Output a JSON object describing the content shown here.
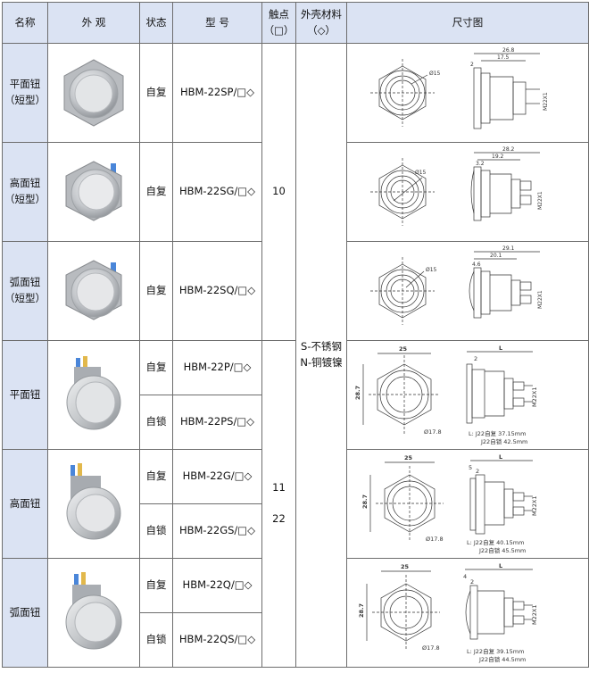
{
  "headers": {
    "name": "名称",
    "appearance": "外 观",
    "state": "状态",
    "model": "型 号",
    "contact_line1": "触点",
    "contact_line2": "（□）",
    "material_line1": "外壳材料",
    "material_line2": "（◇）",
    "dimension": "尺寸图"
  },
  "rows": [
    {
      "name_line1": "平面钮",
      "name_line2": "（短型）",
      "state": "自复",
      "model": "HBM-22SP/□◇"
    },
    {
      "name_line1": "高面钮",
      "name_line2": "（短型）",
      "state": "自复",
      "model": "HBM-22SG/□◇"
    },
    {
      "name_line1": "弧面钮",
      "name_line2": "（短型）",
      "state": "自复",
      "model": "HBM-22SQ/□◇"
    },
    {
      "name_line1": "平面钮",
      "name_line2": "",
      "state": "自复",
      "model": "HBM-22P/□◇"
    },
    {
      "state": "自锁",
      "model": "HBM-22PS/□◇"
    },
    {
      "name_line1": "高面钮",
      "name_line2": "",
      "state": "自复",
      "model": "HBM-22G/□◇"
    },
    {
      "state": "自锁",
      "model": "HBM-22GS/□◇"
    },
    {
      "name_line1": "弧面钮",
      "name_line2": "",
      "state": "自复",
      "model": "HBM-22Q/□◇"
    },
    {
      "state": "自锁",
      "model": "HBM-22QS/□◇"
    }
  ],
  "contacts": {
    "group1": "10",
    "group2_line1": "11",
    "group2_line2": "22"
  },
  "material": {
    "line1": "S-不锈钢",
    "line2": "N-铜镀镍"
  },
  "diagrams": [
    {
      "dia": "Ø15",
      "dim_total": "26.8",
      "dim_mid": "17.5",
      "dim_small": "2",
      "thread": "M22X1"
    },
    {
      "dia": "Ø15",
      "dim_total": "28.2",
      "dim_mid": "19.2",
      "dim_small": "3.2",
      "thread": "M22X1"
    },
    {
      "dia": "Ø15",
      "dim_total": "29.1",
      "dim_mid": "20.1",
      "dim_small": "4.6",
      "thread": "M22X1"
    },
    {
      "width": "25",
      "height": "28.7",
      "dia": "Ø17.8",
      "dim_small": "2",
      "L": "L",
      "thread": "M22X1",
      "note1": "L:  J22自复  37.15mm",
      "note2": "J22自锁  42.5mm"
    },
    {
      "width": "25",
      "height": "28.7",
      "dia": "Ø17.8",
      "dim_small": "5",
      "dim_small2": "2",
      "L": "L",
      "thread": "M22X1",
      "note1": "L:  J22自复  40.15mm",
      "note2": "J22自锁  45.5mm"
    },
    {
      "width": "25",
      "height": "28.7",
      "dia": "Ø17.8",
      "dim_small": "4",
      "dim_small2": "2",
      "L": "L",
      "thread": "M22X1",
      "note1": "L:  J22自复  39.15mm",
      "note2": "J22自锁  44.5mm"
    }
  ]
}
